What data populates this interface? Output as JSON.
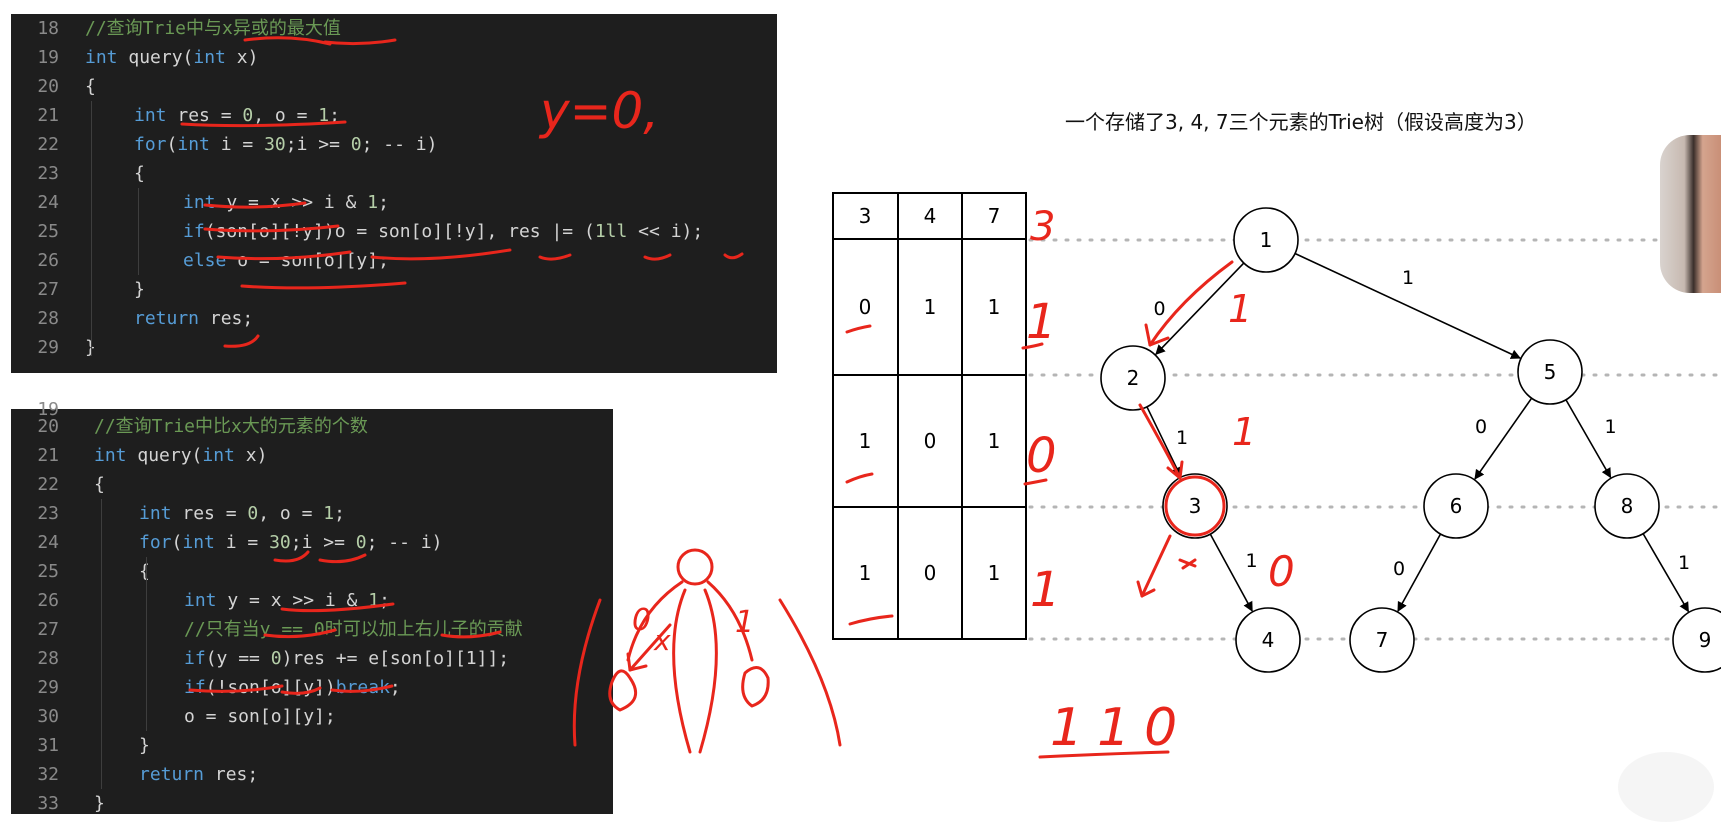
{
  "code_top": {
    "lines": [
      {
        "n": "18",
        "indent": 0,
        "parts": [
          [
            "cm",
            "//查询Trie中与x异或的最大值"
          ]
        ]
      },
      {
        "n": "19",
        "indent": 0,
        "parts": [
          [
            "kw",
            "int"
          ],
          [
            "",
            " query("
          ],
          [
            "kw",
            "int"
          ],
          [
            "",
            " x)"
          ]
        ]
      },
      {
        "n": "20",
        "indent": 0,
        "parts": [
          [
            "",
            "{"
          ]
        ]
      },
      {
        "n": "21",
        "indent": 1,
        "parts": [
          [
            "kw",
            "int"
          ],
          [
            "",
            " res = "
          ],
          [
            "num",
            "0"
          ],
          [
            "",
            ", o = "
          ],
          [
            "num",
            "1"
          ],
          [
            "",
            ";"
          ]
        ]
      },
      {
        "n": "22",
        "indent": 1,
        "parts": [
          [
            "kw",
            "for"
          ],
          [
            "",
            "("
          ],
          [
            "kw",
            "int"
          ],
          [
            "",
            " i = "
          ],
          [
            "num",
            "30"
          ],
          [
            "",
            ";i >= "
          ],
          [
            "num",
            "0"
          ],
          [
            "",
            "; -- i)"
          ]
        ]
      },
      {
        "n": "23",
        "indent": 1,
        "parts": [
          [
            "",
            "{"
          ]
        ]
      },
      {
        "n": "24",
        "indent": 2,
        "parts": [
          [
            "kw",
            "int"
          ],
          [
            "",
            " y = x >> i & "
          ],
          [
            "num",
            "1"
          ],
          [
            "",
            ";"
          ]
        ]
      },
      {
        "n": "25",
        "indent": 2,
        "parts": [
          [
            "kw",
            "if"
          ],
          [
            "",
            "(son[o][!y])o = son[o][!y], res |= ("
          ],
          [
            "num",
            "1ll"
          ],
          [
            "",
            " << i);"
          ]
        ]
      },
      {
        "n": "26",
        "indent": 2,
        "parts": [
          [
            "kw",
            "else"
          ],
          [
            "",
            " o = son[o][y];"
          ]
        ]
      },
      {
        "n": "27",
        "indent": 1,
        "parts": [
          [
            "",
            "}"
          ]
        ]
      },
      {
        "n": "28",
        "indent": 1,
        "parts": [
          [
            "kw",
            "return"
          ],
          [
            "",
            " res;"
          ]
        ]
      },
      {
        "n": "29",
        "indent": 0,
        "parts": [
          [
            "",
            "}"
          ]
        ]
      }
    ]
  },
  "code_bottom": {
    "partial_line_number": "19",
    "lines": [
      {
        "n": "20",
        "indent": 0,
        "parts": [
          [
            "cm",
            "//查询Trie中比x大的元素的个数"
          ]
        ]
      },
      {
        "n": "21",
        "indent": 0,
        "parts": [
          [
            "kw",
            "int"
          ],
          [
            "",
            " query("
          ],
          [
            "kw",
            "int"
          ],
          [
            "",
            " x)"
          ]
        ]
      },
      {
        "n": "22",
        "indent": 0,
        "parts": [
          [
            "",
            "{"
          ]
        ]
      },
      {
        "n": "23",
        "indent": 1,
        "parts": [
          [
            "kw",
            "int"
          ],
          [
            "",
            " res = "
          ],
          [
            "num",
            "0"
          ],
          [
            "",
            ", o = "
          ],
          [
            "num",
            "1"
          ],
          [
            "",
            ";"
          ]
        ]
      },
      {
        "n": "24",
        "indent": 1,
        "parts": [
          [
            "kw",
            "for"
          ],
          [
            "",
            "("
          ],
          [
            "kw",
            "int"
          ],
          [
            "",
            " i = "
          ],
          [
            "num",
            "30"
          ],
          [
            "",
            ";i >= "
          ],
          [
            "num",
            "0"
          ],
          [
            "",
            "; -- i)"
          ]
        ]
      },
      {
        "n": "25",
        "indent": 1,
        "parts": [
          [
            "",
            "{"
          ]
        ]
      },
      {
        "n": "26",
        "indent": 2,
        "parts": [
          [
            "kw",
            "int"
          ],
          [
            "",
            " y = x >> i & "
          ],
          [
            "num",
            "1"
          ],
          [
            "",
            ";"
          ]
        ]
      },
      {
        "n": "27",
        "indent": 2,
        "parts": [
          [
            "cm",
            "//只有当y == 0时可以加上右儿子的贡献"
          ]
        ]
      },
      {
        "n": "28",
        "indent": 2,
        "parts": [
          [
            "kw",
            "if"
          ],
          [
            "",
            "(y == "
          ],
          [
            "num",
            "0"
          ],
          [
            "",
            ")res += e[son[o][1]];"
          ]
        ]
      },
      {
        "n": "29",
        "indent": 2,
        "parts": [
          [
            "kw",
            "if"
          ],
          [
            "",
            "(!son[o][y])"
          ],
          [
            "kw",
            "break"
          ],
          [
            "",
            ";"
          ]
        ]
      },
      {
        "n": "30",
        "indent": 2,
        "parts": [
          [
            "",
            "o = son[o][y];"
          ]
        ]
      },
      {
        "n": "31",
        "indent": 1,
        "parts": [
          [
            "",
            "}"
          ]
        ]
      },
      {
        "n": "32",
        "indent": 1,
        "parts": [
          [
            "kw",
            "return"
          ],
          [
            "",
            " res;"
          ]
        ]
      },
      {
        "n": "33",
        "indent": 0,
        "parts": [
          [
            "",
            "}"
          ]
        ]
      }
    ]
  },
  "diagram": {
    "title": "一个存储了3, 4, 7三个元素的Trie树（假设高度为3）",
    "table": {
      "headers": [
        "3",
        "4",
        "7"
      ],
      "rows": [
        [
          "0",
          "1",
          "1"
        ],
        [
          "1",
          "0",
          "1"
        ],
        [
          "1",
          "0",
          "1"
        ]
      ]
    },
    "nodes": [
      {
        "id": "1",
        "highlight": false
      },
      {
        "id": "2",
        "highlight": false
      },
      {
        "id": "5",
        "highlight": false
      },
      {
        "id": "3",
        "highlight": true
      },
      {
        "id": "6",
        "highlight": false
      },
      {
        "id": "8",
        "highlight": false
      },
      {
        "id": "4",
        "highlight": false
      },
      {
        "id": "7",
        "highlight": false
      },
      {
        "id": "9",
        "highlight": false
      }
    ],
    "edges": [
      {
        "from": "1",
        "to": "2",
        "label": "0"
      },
      {
        "from": "1",
        "to": "5",
        "label": "1"
      },
      {
        "from": "2",
        "to": "3",
        "label": "1"
      },
      {
        "from": "5",
        "to": "6",
        "label": "0"
      },
      {
        "from": "5",
        "to": "8",
        "label": "1"
      },
      {
        "from": "3",
        "to": "4",
        "label": "1"
      },
      {
        "from": "6",
        "to": "7",
        "label": "0"
      },
      {
        "from": "8",
        "to": "9",
        "label": "1"
      }
    ]
  },
  "handwriting": {
    "y_eq": "y=0,",
    "row_bits": [
      "3",
      "1",
      "0",
      "1"
    ],
    "path_bits": [
      "1",
      "1",
      "0"
    ],
    "result": "110",
    "sketch_left": "0",
    "sketch_x": "x",
    "sketch_right": "1"
  },
  "colors": {
    "ink": "#e8261c",
    "code_bg": "#1e1e1e",
    "keyword": "#569cd6",
    "number": "#b5cea8",
    "comment": "#6a9955"
  }
}
